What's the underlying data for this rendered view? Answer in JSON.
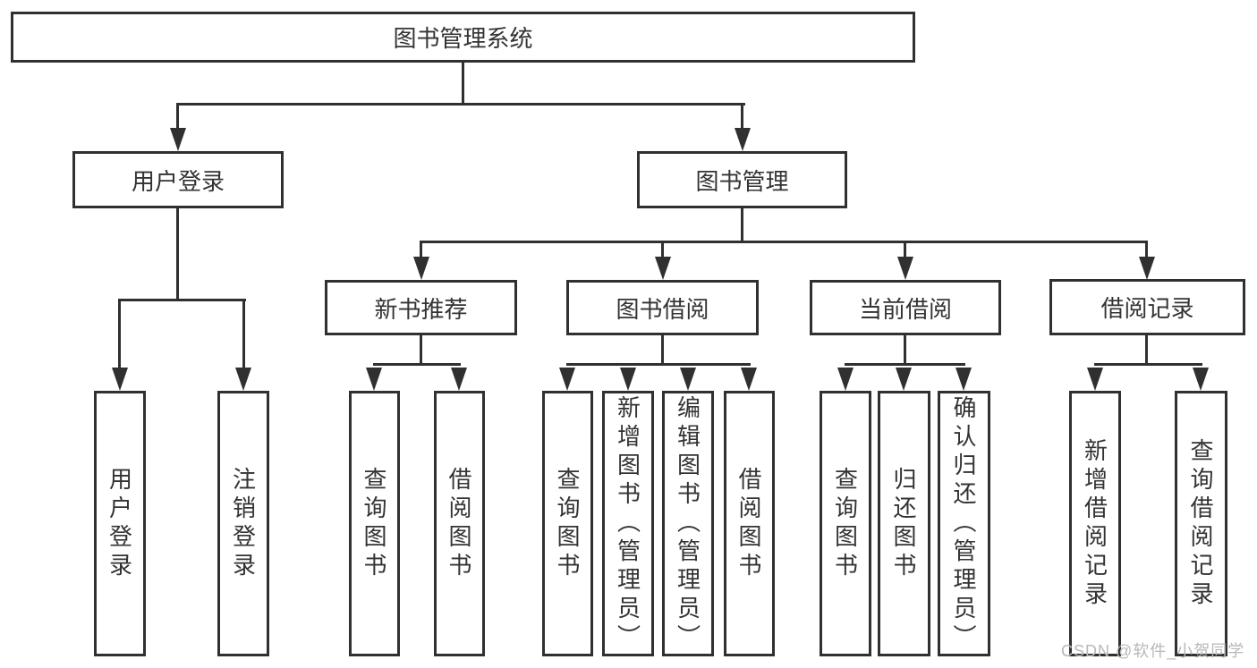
{
  "diagram": {
    "root": {
      "label": "图书管理系统"
    },
    "branches": [
      {
        "label": "用户登录",
        "children": [
          {
            "label": "用户登录"
          },
          {
            "label": "注销登录"
          }
        ]
      },
      {
        "label": "图书管理",
        "children": [
          {
            "label": "新书推荐",
            "children": [
              {
                "label": "查询图书"
              },
              {
                "label": "借阅图书"
              }
            ]
          },
          {
            "label": "图书借阅",
            "children": [
              {
                "label": "查询图书"
              },
              {
                "label": "新增图书（管理员）"
              },
              {
                "label": "编辑图书（管理员）"
              },
              {
                "label": "借阅图书"
              }
            ]
          },
          {
            "label": "当前借阅",
            "children": [
              {
                "label": "查询图书"
              },
              {
                "label": "归还图书"
              },
              {
                "label": "确认归还（管理员）"
              }
            ]
          },
          {
            "label": "借阅记录",
            "children": [
              {
                "label": "新增借阅记录"
              },
              {
                "label": "查询借阅记录"
              }
            ]
          }
        ]
      }
    ]
  },
  "watermark": "CSDN @软件_小贺同学",
  "colors": {
    "line": "#303030",
    "text": "#333333",
    "background": "#ffffff",
    "watermark": "#b8b8b8"
  }
}
